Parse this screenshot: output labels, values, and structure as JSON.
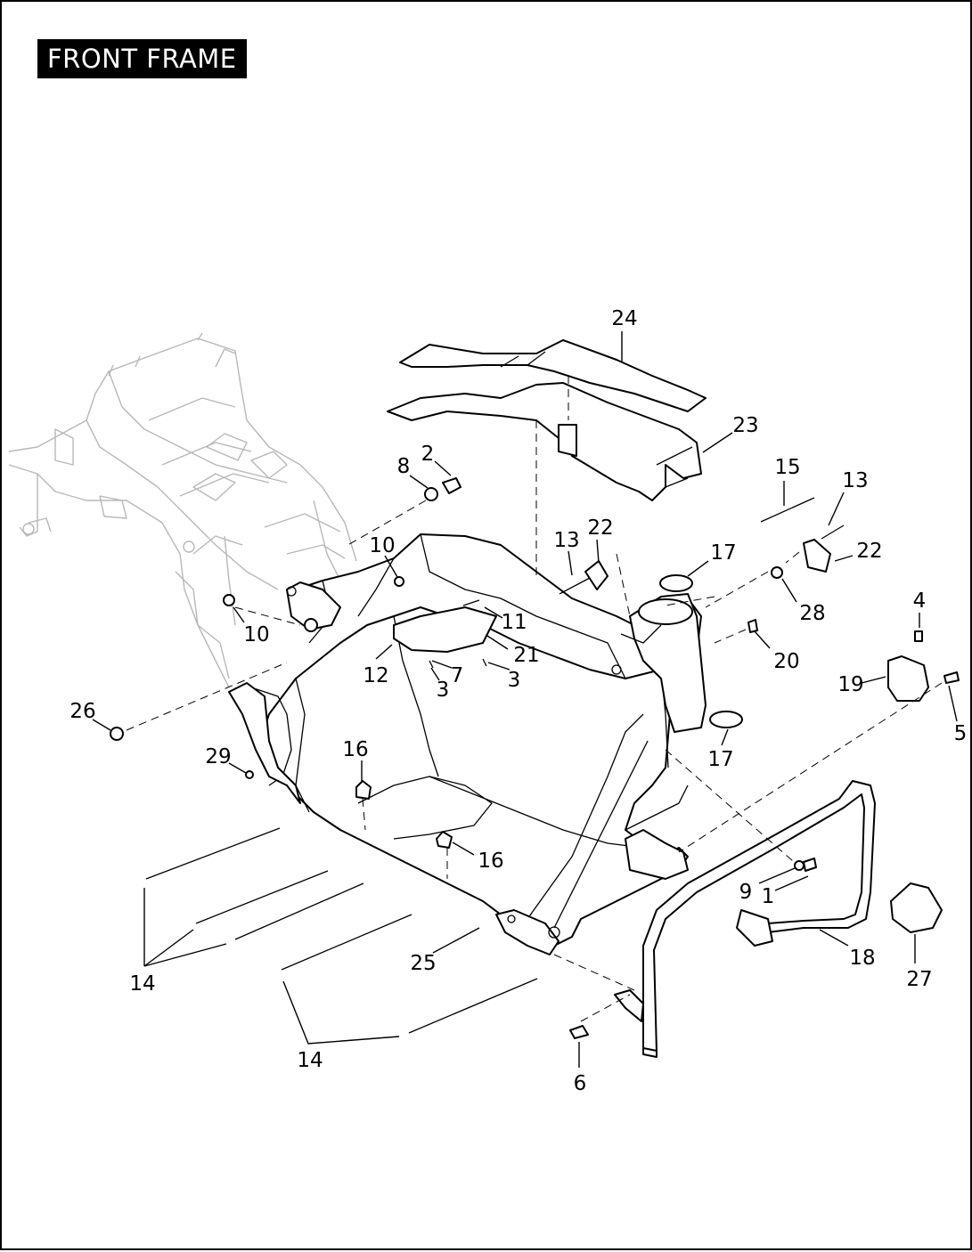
{
  "title": "FRONT FRAME",
  "callouts": {
    "c1": "1",
    "c2": "2",
    "c3a": "3",
    "c3b": "3",
    "c4": "4",
    "c5": "5",
    "c6": "6",
    "c7": "7",
    "c8": "8",
    "c9": "9",
    "c10a": "10",
    "c10b": "10",
    "c11": "11",
    "c12": "12",
    "c13a": "13",
    "c13b": "13",
    "c14a": "14",
    "c14b": "14",
    "c15": "15",
    "c16a": "16",
    "c16b": "16",
    "c17a": "17",
    "c17b": "17",
    "c18": "18",
    "c19": "19",
    "c20": "20",
    "c21": "21",
    "c22a": "22",
    "c22b": "22",
    "c23": "23",
    "c24": "24",
    "c25": "25",
    "c26": "26",
    "c27": "27",
    "c28": "28",
    "c29": "29"
  }
}
